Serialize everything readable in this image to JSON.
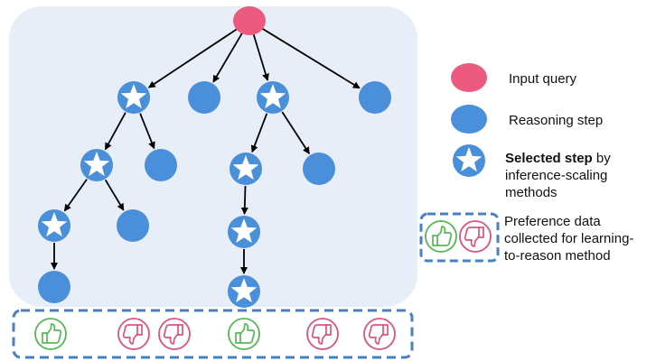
{
  "colors": {
    "tree_background": "#e8eef8",
    "input_node": "#ec5a80",
    "step_node": "#4a8fd9",
    "edge": "#000000",
    "dashed_border": "#4a7fc0",
    "thumb_up": "#55b857",
    "thumb_down": "#d9547a"
  },
  "icons": {
    "input_node": "pink-circle",
    "step_node": "blue-circle",
    "selected_step": "white-star-on-blue-circle",
    "thumb_up": "thumbs-up-icon",
    "thumb_down": "thumbs-down-icon"
  },
  "legend": {
    "input_query": "Input query",
    "reasoning_step": "Reasoning step",
    "selected_step_bold": "Selected step",
    "selected_step_rest_1": " by",
    "selected_step_rest_2": "inference-scaling",
    "selected_step_rest_3": "methods",
    "preference_line_1": "Preference data",
    "preference_line_2": "collected for learning-",
    "preference_line_3": "to-reason method"
  },
  "preference_row": [
    "up",
    "down",
    "down",
    "up",
    "down",
    "down"
  ]
}
